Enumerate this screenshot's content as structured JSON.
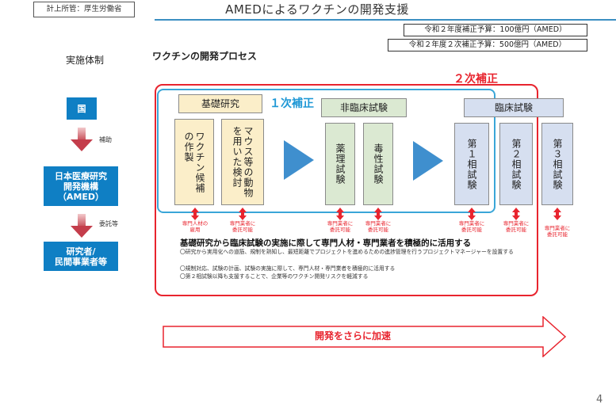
{
  "header": {
    "ministry": "計上所管：厚生労働省",
    "title": "AMEDによるワクチンの開発支援"
  },
  "budget": {
    "first": "令和２年度補正予算：100億円（AMED）",
    "second": "令和２年度２次補正予算：500億円（AMED）"
  },
  "labels": {
    "implementation": "実施体制",
    "process": "ワクチンの開発プロセス",
    "second_supplement": "２次補正",
    "first_supplement": "１次補正"
  },
  "org": {
    "kuni": "国",
    "hojo": "補助",
    "amed": "日本医療研究\n開発機構\n（AMED）",
    "itaku": "委託等",
    "research": "研究者/\n民間事業者等"
  },
  "stages": {
    "basic": "基礎研究",
    "nonclinical": "非臨床試験",
    "clinical": "臨床試験"
  },
  "tasks": [
    "ワクチン候補\nの作製",
    "マウス等の動物\nを用いた検討",
    "薬理試験",
    "毒性試験",
    "第１相試験",
    "第２相試験",
    "第３相試験"
  ],
  "notes": {
    "hire": "専門人材の\n雇用",
    "outsource": "専門業者に\n委託可能"
  },
  "text": {
    "main": "基礎研究から臨床試験の実施に際して専門人材・専門業者を積極的に活用する",
    "sub1": "〇研究から実用化への道筋、規制を熟知し、最短距離でプロジェクトを進めるための進捗管理を行うプロジェクトマネージャーを設置する",
    "sub2": "〇規制対応、試験の計画、試験の実施に際して、専門人材・専門業者を積極的に活用する",
    "sub3": "〇第２相試験以降も支援することで、企業等のワクチン開発リスクを軽減する"
  },
  "bottom": {
    "accelerate": "開発をさらに加速"
  },
  "page_number": "4",
  "colors": {
    "accent_blue": "#0f7fc4",
    "frame_red": "#e8242e",
    "frame_blue": "#3aa6d8",
    "basic_fill": "#fbeec9",
    "nonclinical_fill": "#dbe9d2",
    "clinical_fill": "#d6dff0"
  }
}
